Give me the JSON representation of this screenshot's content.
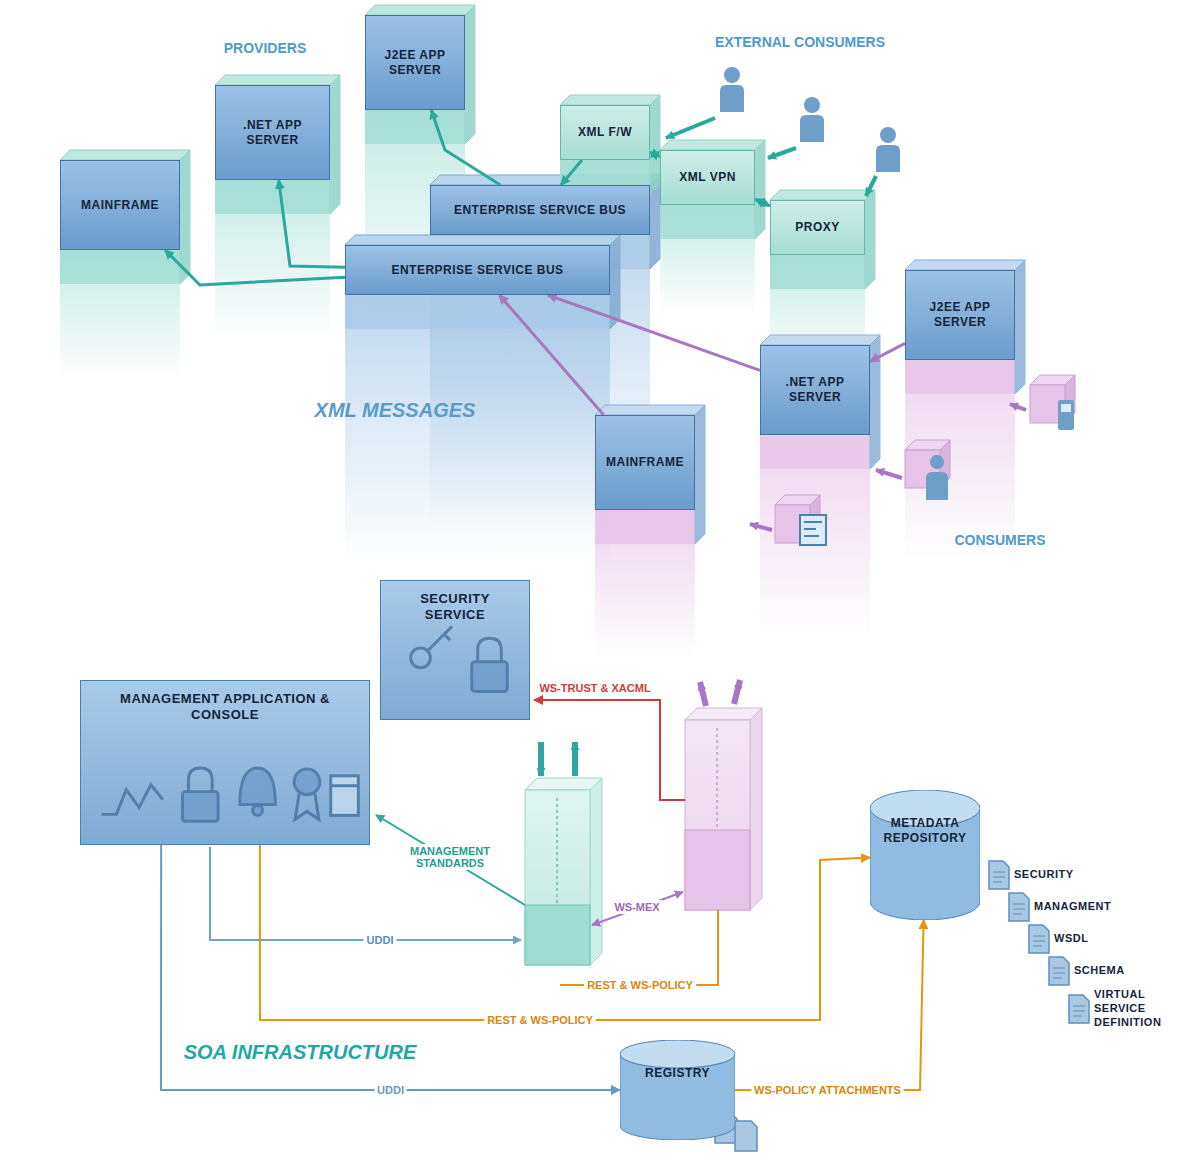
{
  "diagram": {
    "nodes": [
      {
        "text": [
          "MAINFRAME"
        ]
      },
      {
        "text": [
          ".NET APP SERVER"
        ]
      },
      {
        "text": [
          "J2EE APP SERVER"
        ]
      },
      {
        "text": [
          "ENTERPRISE SERVICE BUS"
        ]
      },
      {
        "text": [
          "ENTERPRISE SERVICE BUS"
        ]
      },
      {
        "text": [
          "XML F/W"
        ]
      },
      {
        "text": [
          "XML VPN"
        ]
      },
      {
        "text": [
          "PROXY"
        ]
      },
      {
        "text": [
          "MAINFRAME"
        ]
      },
      {
        "text": [
          ".NET APP SERVER"
        ]
      },
      {
        "text": [
          "J2EE APP SERVER"
        ]
      },
      {
        "text": [
          "SECURITY SERVICE"
        ]
      },
      {
        "text": [
          "MANAGEMENT APPLICATION & CONSOLE"
        ]
      },
      {
        "text": [
          "METADATA REPOSITORY"
        ]
      },
      {
        "text": [
          "REGISTRY"
        ]
      },
      {
        "text": [
          "SECURITY"
        ]
      },
      {
        "text": [
          "MANAGMENT"
        ]
      },
      {
        "text": [
          "WSDL"
        ]
      },
      {
        "text": [
          "SCHEMA"
        ]
      },
      {
        "text": [
          "VIRTUAL SERVICE DEFINITION"
        ]
      }
    ],
    "edges": [
      {
        "from": 4,
        "to": 0,
        "arrow": "to"
      },
      {
        "from": 4,
        "to": 1,
        "arrow": "to"
      },
      {
        "from": 3,
        "to": 2,
        "arrow": "to"
      },
      {
        "from": 5,
        "to": 3,
        "arrow": "to"
      },
      {
        "from": 6,
        "to": 5,
        "arrow": "both"
      },
      {
        "from": 7,
        "to": 6,
        "arrow": "both"
      },
      {
        "from": 9,
        "to": 4,
        "arrow": "to"
      },
      {
        "from": 10,
        "to": 9,
        "arrow": "to"
      },
      {
        "from": 8,
        "to": 4,
        "arrow": "to"
      },
      {
        "from": 12,
        "to": 14,
        "label": "UDDI",
        "arrow": "to"
      },
      {
        "from": 12,
        "to": 13,
        "label": "REST & WS-POLICY",
        "arrow": "to"
      },
      {
        "from": 14,
        "to": 13,
        "label": "WS-POLICY ATTACHMENTS",
        "arrow": "to"
      }
    ],
    "labels": [
      "PROVIDERS",
      "EXTERNAL CONSUMERS",
      "XML MESSAGES",
      "CONSUMERS",
      "MANAGEMENT STANDARDS",
      "WS-TRUST & XACML",
      "WS-MEX",
      "REST & WS-POLICY",
      "UDDI",
      "SOA INFRASTRUCTURE"
    ]
  }
}
